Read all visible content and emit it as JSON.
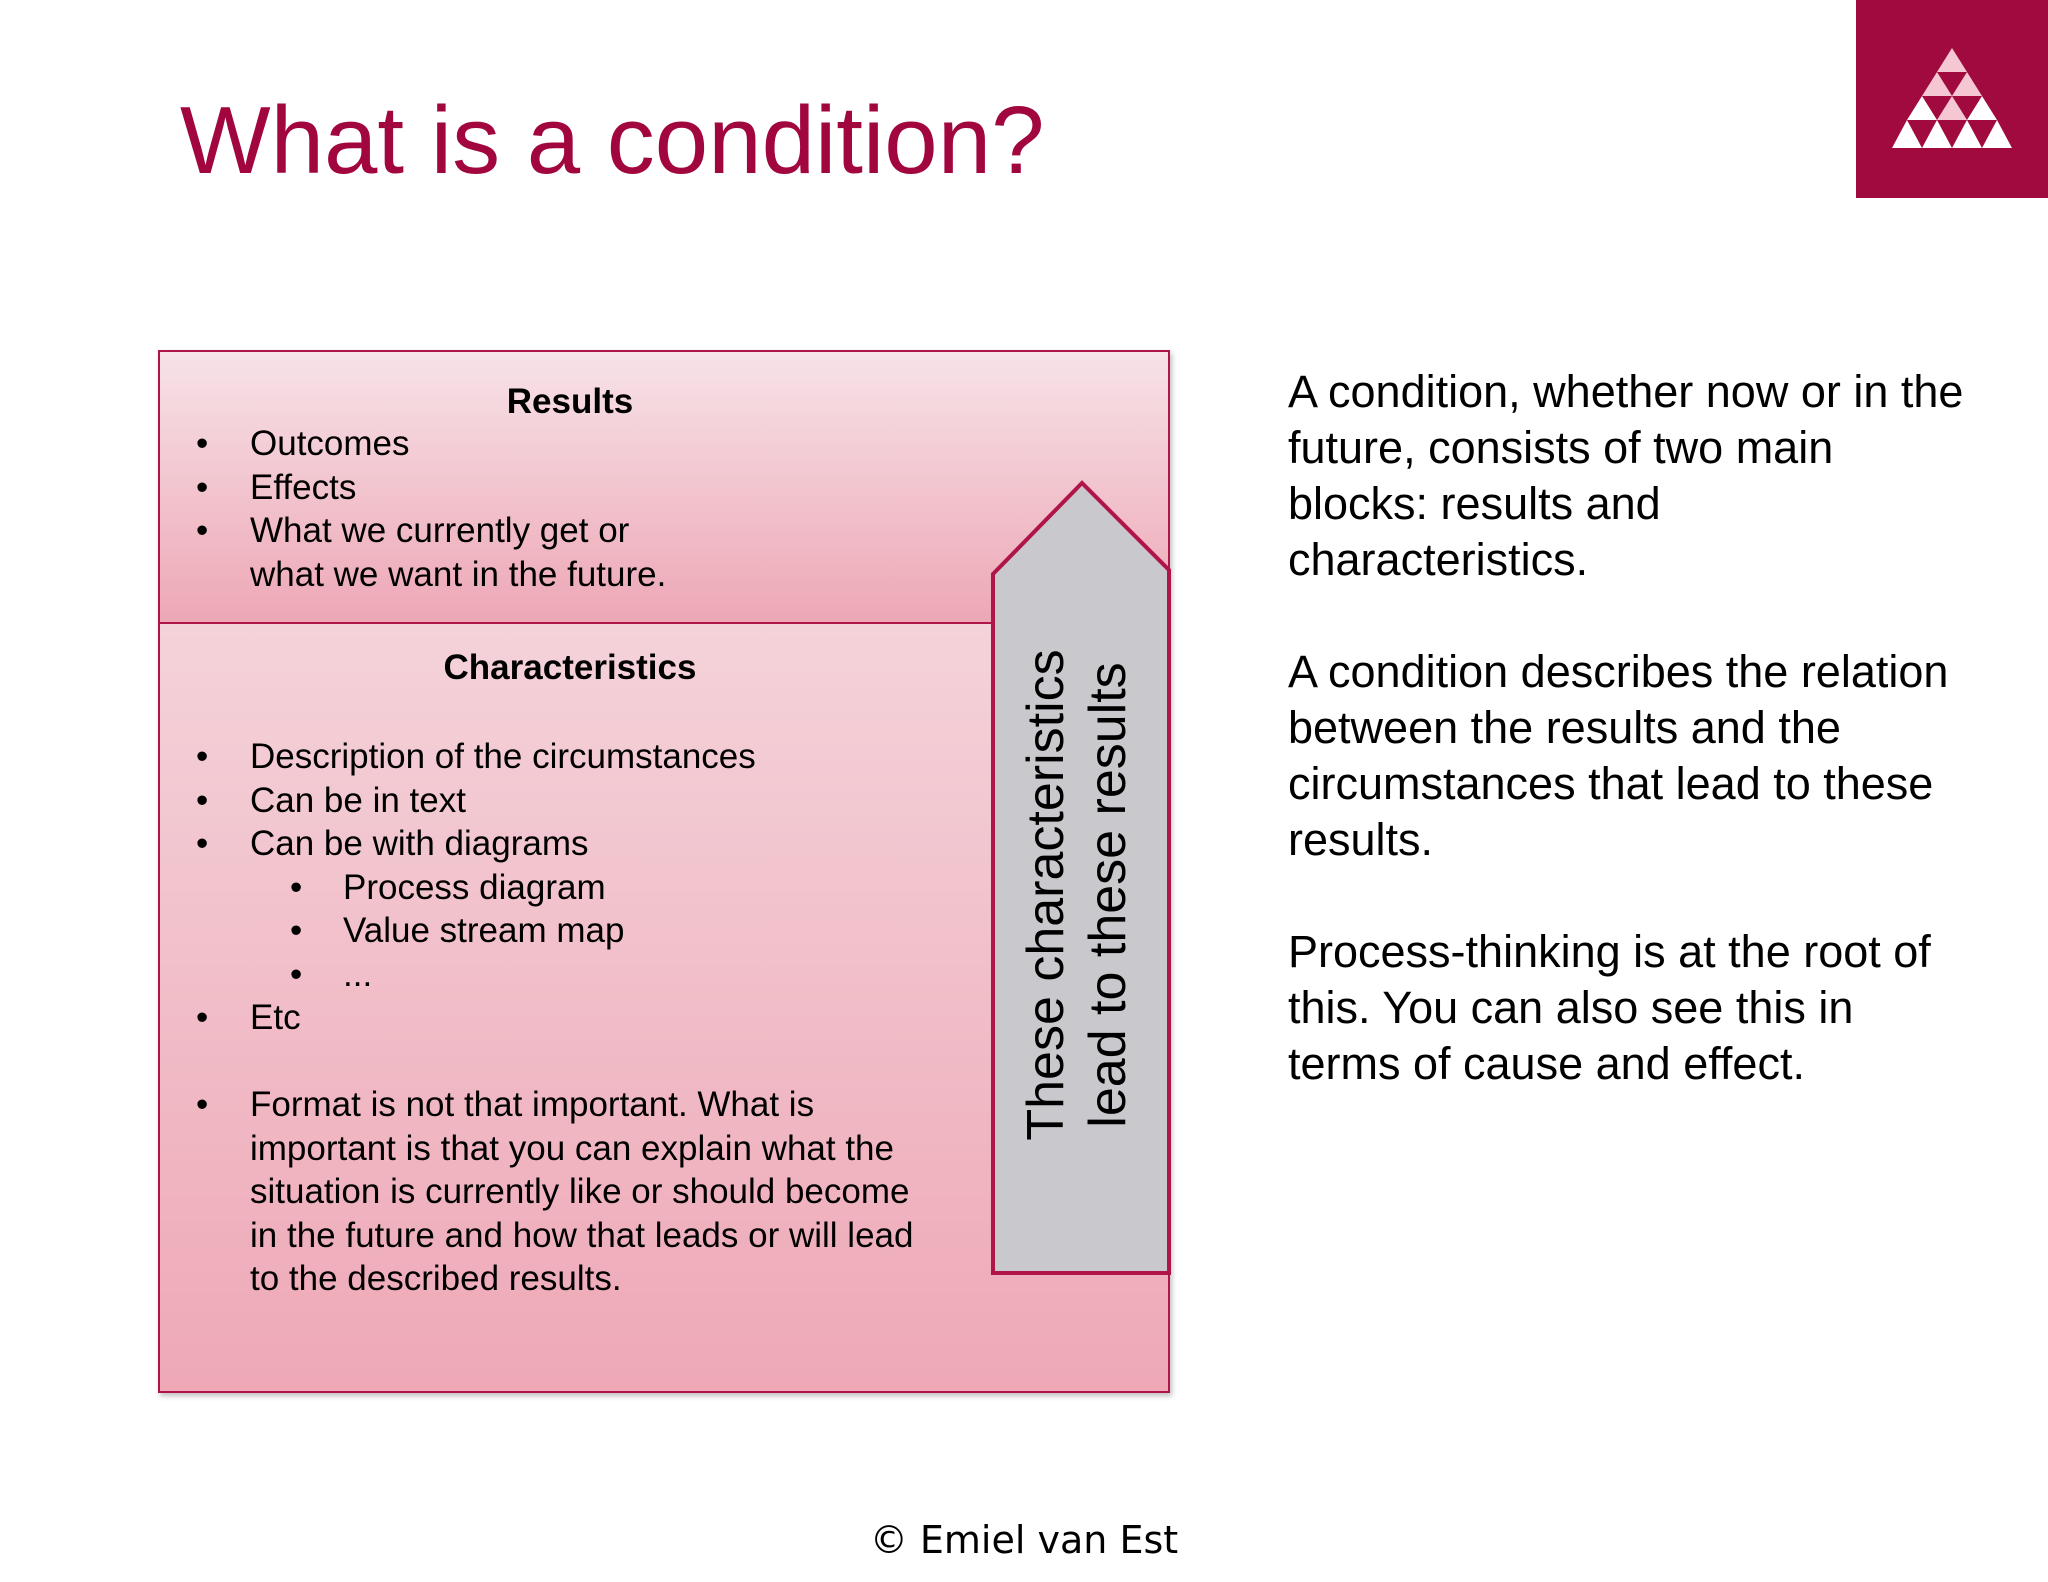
{
  "slide": {
    "title": "What is a condition?"
  },
  "logo": {
    "icon": "triangle-of-triangles-icon",
    "background_color": "#a00a3e"
  },
  "results": {
    "heading": "Results",
    "items": [
      "Outcomes",
      "Effects",
      "What we currently get or",
      "what we want in the future."
    ]
  },
  "characteristics": {
    "heading": "Characteristics",
    "items": [
      "Description of the circumstances",
      "Can be in text",
      "Can be with diagrams",
      "Process diagram",
      "Value stream map",
      "...",
      "Etc",
      "Format is not that important. What is",
      "important is that you can explain what the",
      "situation is currently like or should become",
      "in the future and how that leads or will lead",
      "to the described results."
    ]
  },
  "arrow": {
    "line1": "These characteristics",
    "line2": "lead to these results"
  },
  "explanation": {
    "paragraphs": [
      "A condition, whether now or in the future, consists of two main blocks: results and characteristics.",
      "A condition describes the relation between the results and the circumstances that lead to these results.",
      "Process-thinking is at the root of this. You can also see this in terms of cause and effect."
    ]
  },
  "footer": {
    "copyright": "© Emiel van Est"
  },
  "colors": {
    "accent": "#a1063f",
    "border": "#b0154a",
    "arrow_fill": "#c9c8cc"
  }
}
